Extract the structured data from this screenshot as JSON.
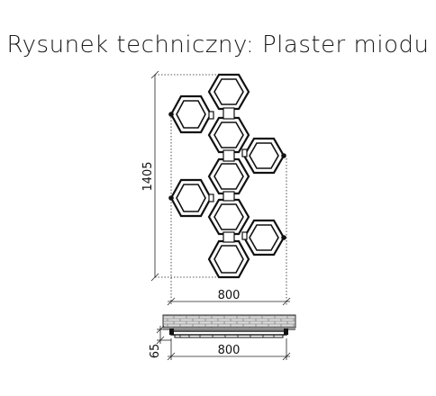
{
  "title": "Rysunek techniczny: Plaster miodu",
  "front_view": {
    "height_label": "1405",
    "width_label": "800"
  },
  "top_view": {
    "depth_label": "65",
    "width_label": "800"
  },
  "colors": {
    "line": "#111111",
    "wall_fill": "#d8d8d8"
  }
}
